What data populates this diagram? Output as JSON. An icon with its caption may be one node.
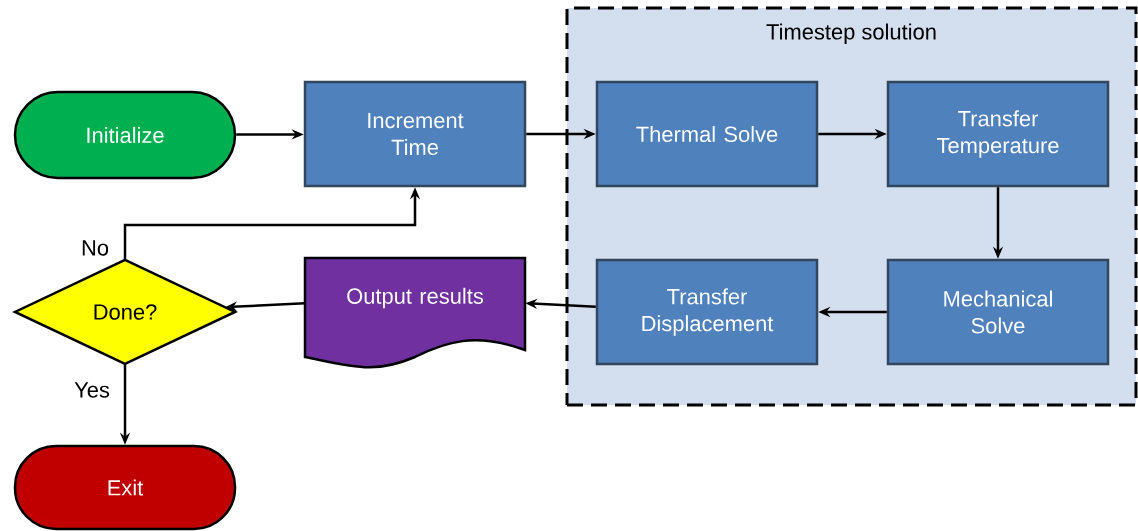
{
  "diagram": {
    "nodes": [
      {
        "text": [
          "Timestep solution"
        ]
      },
      {
        "text": [
          "Initialize"
        ]
      },
      {
        "text": [
          "Increment Time"
        ]
      },
      {
        "text": [
          "Thermal Solve"
        ],
        "in": 0
      },
      {
        "text": [
          "Transfer Temperature"
        ],
        "in": 0
      },
      {
        "text": [
          "Mechanical Solve"
        ],
        "in": 0
      },
      {
        "text": [
          "Transfer Displacement"
        ],
        "in": 0
      },
      {
        "text": [
          "Output results"
        ]
      },
      {
        "text": [
          "Done?"
        ]
      },
      {
        "text": [
          "Exit"
        ]
      }
    ],
    "edges": [
      {
        "from": 1,
        "to": 2,
        "arrow": "to"
      },
      {
        "from": 2,
        "to": 3,
        "arrow": "to"
      },
      {
        "from": 3,
        "to": 4,
        "arrow": "to"
      },
      {
        "from": 4,
        "to": 5,
        "arrow": "to"
      },
      {
        "from": 5,
        "to": 6,
        "arrow": "to"
      },
      {
        "from": 6,
        "to": 7,
        "arrow": "to"
      },
      {
        "from": 7,
        "to": 8,
        "arrow": "to"
      },
      {
        "from": 8,
        "to": 2,
        "arrow": "to",
        "label": "No"
      },
      {
        "from": 8,
        "to": 9,
        "arrow": "to",
        "label": "Yes"
      }
    ]
  }
}
